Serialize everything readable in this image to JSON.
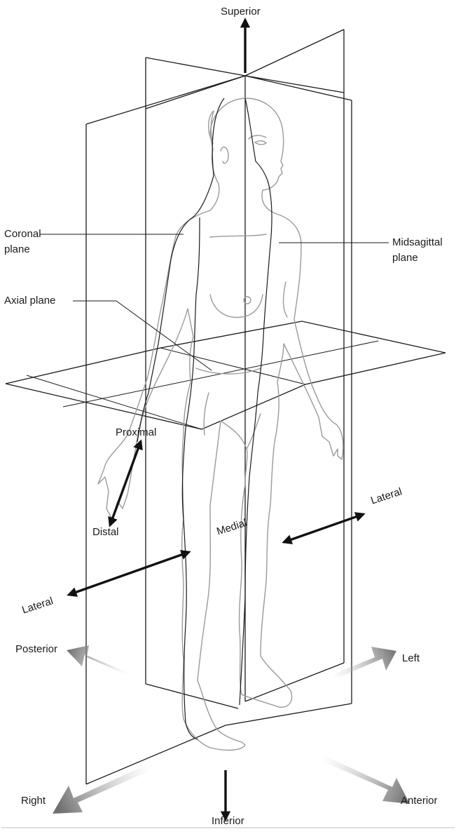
{
  "labels": {
    "superior": "Superior",
    "inferior": "Inferior",
    "coronal_plane": [
      "Coronal",
      "plane"
    ],
    "midsagittal_plane": [
      "Midsagittal",
      "plane"
    ],
    "axial_plane": "Axial plane",
    "proximal": "Proximal",
    "distal": "Distal",
    "medial": "Medial",
    "lateral_right": "Lateral",
    "lateral_left": "Lateral",
    "posterior": "Posterior",
    "anterior": "Anterior",
    "left": "Left",
    "right": "Right"
  },
  "colors": {
    "line": "#1a1a1a",
    "figure": "#9a9a9a",
    "arrow_black": "#111111",
    "arrow_gray": "#7a7a7a"
  }
}
